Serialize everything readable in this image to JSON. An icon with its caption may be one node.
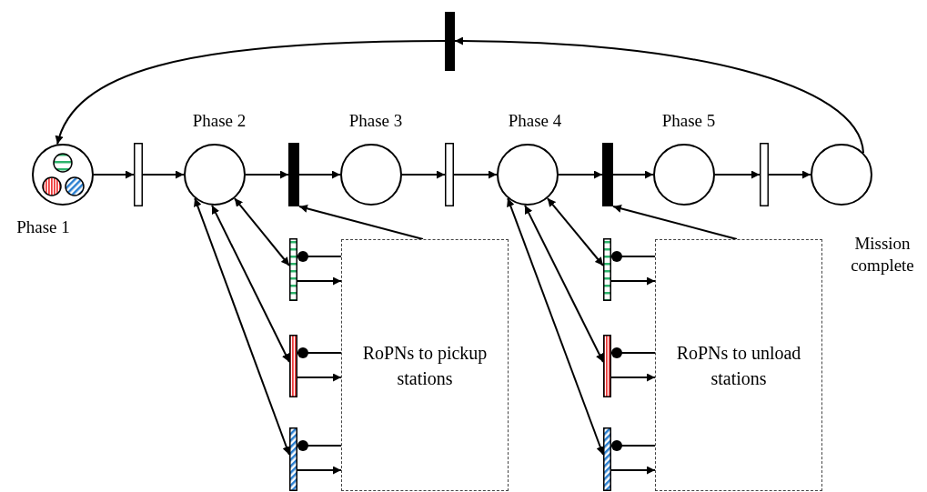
{
  "diagram": {
    "nodes": [
      {
        "text": [],
        "shape": "bar"
      },
      {
        "text": [],
        "shape": "circle",
        "beside": [
          "Phase 1"
        ]
      },
      {
        "text": [],
        "shape": "bar"
      },
      {
        "text": [],
        "shape": "circle",
        "beside": [
          "Phase 2"
        ]
      },
      {
        "text": [],
        "shape": "bar"
      },
      {
        "text": [],
        "shape": "circle",
        "beside": [
          "Phase 3"
        ]
      },
      {
        "text": [],
        "shape": "bar"
      },
      {
        "text": [],
        "shape": "circle",
        "beside": [
          "Phase 4"
        ]
      },
      {
        "text": [],
        "shape": "bar"
      },
      {
        "text": [],
        "shape": "circle",
        "beside": [
          "Phase 5"
        ]
      },
      {
        "text": [],
        "shape": "bar"
      },
      {
        "text": [],
        "shape": "circle",
        "beside": [
          "Mission complete"
        ]
      },
      {
        "text": [],
        "shape": "bar"
      },
      {
        "text": [
          "RoPNs to pickup stations"
        ]
      },
      {
        "text": [],
        "shape": "bar"
      },
      {
        "text": [],
        "shape": "bar"
      },
      {
        "text": [],
        "shape": "bar"
      },
      {
        "text": [
          "RoPNs to unload stations"
        ]
      },
      {
        "text": [],
        "shape": "bar"
      },
      {
        "text": [],
        "shape": "bar"
      }
    ],
    "edges": [
      {
        "from": 1,
        "to": 2,
        "arrow": "to"
      },
      {
        "from": 2,
        "to": 3,
        "arrow": "to"
      },
      {
        "from": 3,
        "to": 4,
        "arrow": "to"
      },
      {
        "from": 4,
        "to": 5,
        "arrow": "to"
      },
      {
        "from": 5,
        "to": 6,
        "arrow": "to"
      },
      {
        "from": 6,
        "to": 7,
        "arrow": "to"
      },
      {
        "from": 7,
        "to": 8,
        "arrow": "to"
      },
      {
        "from": 8,
        "to": 9,
        "arrow": "to"
      },
      {
        "from": 9,
        "to": 10,
        "arrow": "to"
      },
      {
        "from": 10,
        "to": 11,
        "arrow": "to"
      },
      {
        "from": 11,
        "to": 0,
        "arrow": "to"
      },
      {
        "from": 0,
        "to": 1,
        "arrow": "to"
      },
      {
        "from": 13,
        "to": 4,
        "arrow": "to"
      },
      {
        "from": 17,
        "to": 8,
        "arrow": "to"
      },
      {
        "from": 3,
        "to": 12,
        "arrow": "both"
      },
      {
        "from": 3,
        "to": 14,
        "arrow": "both"
      },
      {
        "from": 3,
        "to": 15,
        "arrow": "both"
      },
      {
        "from": 13,
        "to": 12,
        "arrow": "other"
      },
      {
        "from": 12,
        "to": 13,
        "arrow": "to"
      },
      {
        "from": 13,
        "to": 14,
        "arrow": "other"
      },
      {
        "from": 14,
        "to": 13,
        "arrow": "to"
      },
      {
        "from": 13,
        "to": 15,
        "arrow": "other"
      },
      {
        "from": 15,
        "to": 13,
        "arrow": "to"
      },
      {
        "from": 7,
        "to": 16,
        "arrow": "both"
      },
      {
        "from": 7,
        "to": 18,
        "arrow": "both"
      },
      {
        "from": 7,
        "to": 19,
        "arrow": "both"
      },
      {
        "from": 17,
        "to": 16,
        "arrow": "other"
      },
      {
        "from": 16,
        "to": 17,
        "arrow": "to"
      },
      {
        "from": 17,
        "to": 18,
        "arrow": "other"
      },
      {
        "from": 18,
        "to": 17,
        "arrow": "to"
      },
      {
        "from": 17,
        "to": 19,
        "arrow": "other"
      },
      {
        "from": 19,
        "to": 17,
        "arrow": "to"
      }
    ]
  }
}
